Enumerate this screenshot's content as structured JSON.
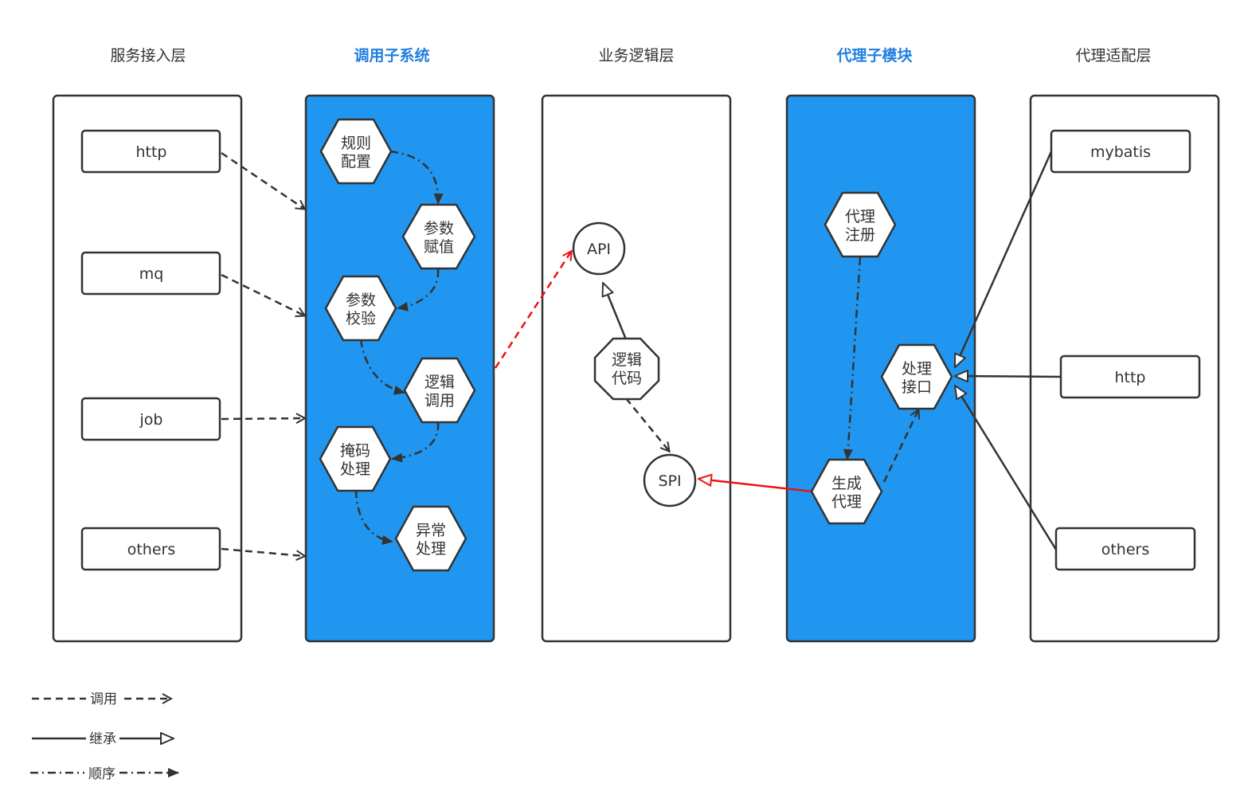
{
  "columns": [
    {
      "title": "服务接入层"
    },
    {
      "title": "调用子系统"
    },
    {
      "title": "业务逻辑层"
    },
    {
      "title": "代理子模块"
    },
    {
      "title": "代理适配层"
    }
  ],
  "access_layer": {
    "items": [
      "http",
      "mq",
      "job",
      "others"
    ]
  },
  "invoke_subsystem": {
    "nodes": [
      {
        "line1": "规则",
        "line2": "配置"
      },
      {
        "line1": "参数",
        "line2": "赋值"
      },
      {
        "line1": "参数",
        "line2": "校验"
      },
      {
        "line1": "逻辑",
        "line2": "调用"
      },
      {
        "line1": "掩码",
        "line2": "处理"
      },
      {
        "line1": "异常",
        "line2": "处理"
      }
    ]
  },
  "business_layer": {
    "api": "API",
    "spi": "SPI",
    "logic": {
      "line1": "逻辑",
      "line2": "代码"
    }
  },
  "proxy_module": {
    "register": {
      "line1": "代理",
      "line2": "注册"
    },
    "generate": {
      "line1": "生成",
      "line2": "代理"
    },
    "handler": {
      "line1": "处理",
      "line2": "接口"
    }
  },
  "adapter_layer": {
    "items": [
      "mybatis",
      "http",
      "others"
    ]
  },
  "legend": {
    "call": "调用",
    "inherit": "继承",
    "sequence": "顺序"
  },
  "colors": {
    "blue_panel": "#2196f0",
    "blue_title": "#1f7fe0",
    "stroke": "#333333",
    "red_arrow": "#ee1111"
  }
}
